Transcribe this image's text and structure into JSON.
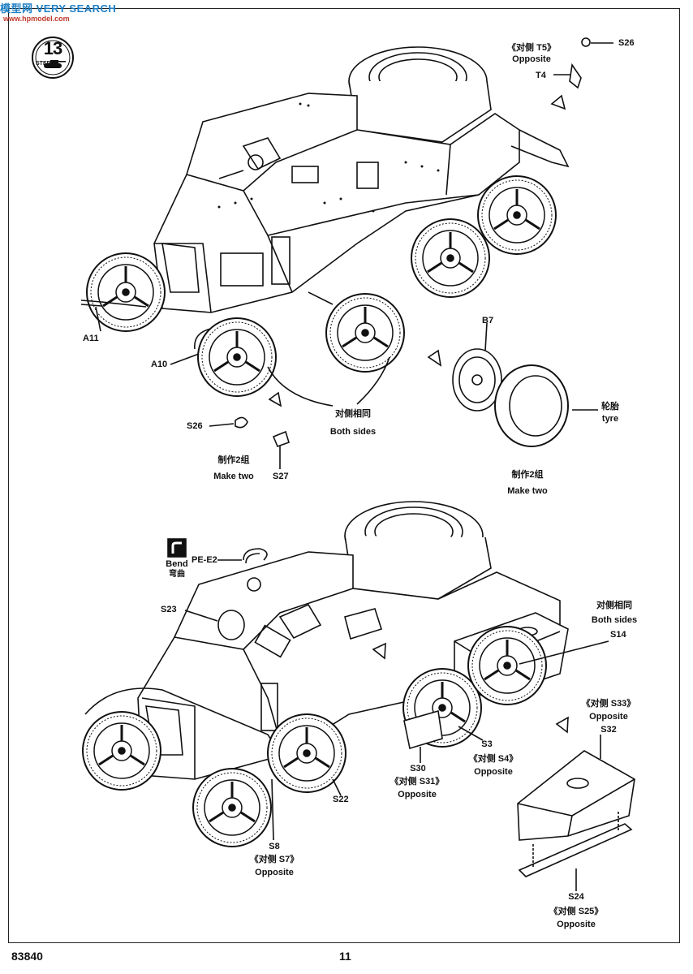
{
  "watermark": {
    "brand": "模型网 VERY SEARCH",
    "url": "www.hpmodel.com"
  },
  "step": {
    "number": "13",
    "label": "STEP"
  },
  "labels_top": {
    "s26_top": "S26",
    "opposite_t5_cn": "《对侧 T5》",
    "opposite_t5_en": "Opposite",
    "t4": "T4",
    "a11": "A11",
    "a10": "A10",
    "b7": "B7",
    "tyre_cn": "轮胎",
    "tyre_en": "tyre",
    "both_sides_cn": "对侧相同",
    "both_sides_en": "Both sides",
    "s26_left": "S26",
    "make_two_cn_left": "制作2组",
    "make_two_en_left": "Make two",
    "s27": "S27",
    "make_two_cn_right": "制作2组",
    "make_two_en_right": "Make two"
  },
  "labels_bottom": {
    "bend_en": "Bend",
    "bend_cn": "弯曲",
    "pe_e2": "PE-E2",
    "s23": "S23",
    "both_sides_cn": "对侧相同",
    "both_sides_en": "Both sides",
    "s14": "S14",
    "s33_cn": "《对侧 S33》",
    "s33_en": "Opposite",
    "s32": "S32",
    "s3": "S3",
    "s4_cn": "《对侧 S4》",
    "s4_en": "Opposite",
    "s30": "S30",
    "s31_cn": "《对侧 S31》",
    "s31_en": "Opposite",
    "s22": "S22",
    "s8": "S8",
    "s7_cn": "《对侧 S7》",
    "s7_en": "Opposite",
    "s24": "S24",
    "s25_cn": "《对侧 S25》",
    "s25_en": "Opposite"
  },
  "footer": {
    "kit_number": "83840",
    "page_number": "11"
  }
}
